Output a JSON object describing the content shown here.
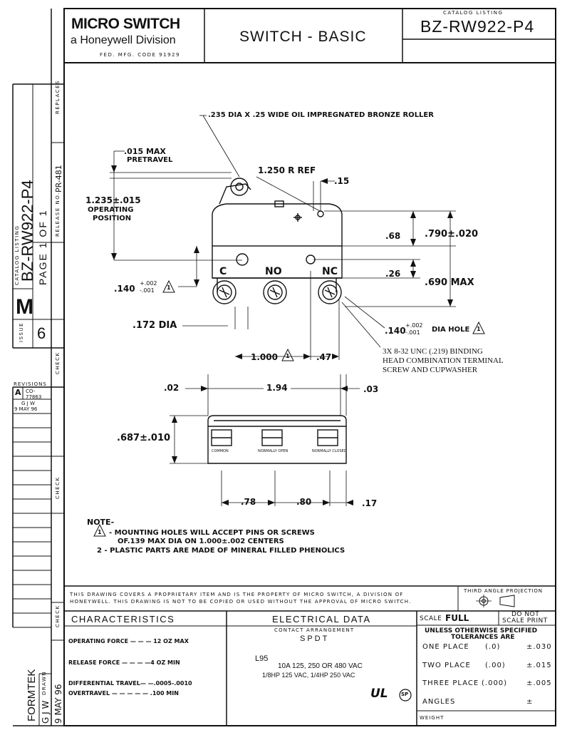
{
  "header": {
    "company": "MICRO SWITCH",
    "division": "a Honeywell Division",
    "fed_code": "FED. MFG. CODE 91929",
    "title": "SWITCH - BASIC",
    "catalog_label": "CATALOG LISTING",
    "catalog_number": "BZ-RW922-P4"
  },
  "left_strip": {
    "replaces": "REPLACES",
    "release_label": "RELEASE NO.",
    "release_no": "PR-481",
    "catalog_label": "CATALOG LISTING",
    "catalog_number": "BZ-RW922-P4",
    "page": "PAGE 1 OF 1",
    "logo": "M",
    "issue_label": "ISSUE",
    "issue": "6",
    "check1": "CHECK",
    "revisions": "REVISIONS",
    "rev_letter": "A",
    "rev_co": "CO-77863",
    "rev_by": "G J W",
    "rev_date": "9 MAY 96",
    "check2": "CHECK",
    "check3": "CHECK",
    "formtek": "FORMTEK",
    "drawn_label": "DRAWN",
    "drawn_by": "G J W",
    "drawn_date": "9 MAY 96"
  },
  "dimensions": {
    "roller": ".235 DIA X .25 WIDE OIL IMPREGNATED BRONZE ROLLER",
    "pretravel_1": ".015 MAX",
    "pretravel_2": "PRETRAVEL",
    "radius": "1.250 R REF",
    "d15": ".15",
    "operating_1": "1.235±.015",
    "operating_2": "OPERATING",
    "operating_3": "POSITION",
    "d68": ".68",
    "d790": ".790±.020",
    "d26": ".26",
    "d690": ".690 MAX",
    "term_c": "C",
    "term_no": "NO",
    "term_nc": "NC",
    "d140_left": ".140",
    "tol_plus": "+.002",
    "tol_minus": "-.001",
    "mark1": "1",
    "d172": ".172 DIA",
    "d140_right": ".140",
    "dia_hole": "DIA HOLE",
    "screw_1": "3X 8-32 UNC (.219) BINDING",
    "screw_2": "HEAD COMBINATION TERMINAL",
    "screw_3": "SCREW AND CUPWASHER",
    "d1000": "1.000",
    "d47": ".47",
    "d02": ".02",
    "d194": "1.94",
    "d03": ".03",
    "d687": ".687±.010",
    "lbl_common": "COMMON",
    "lbl_no": "NORMALLY OPEN",
    "lbl_nc": "NORMALLY CLOSED",
    "d78": ".78",
    "d80": ".80",
    "d17": ".17"
  },
  "notes": {
    "title": "NOTE-",
    "mark": "1",
    "n1a": "- MOUNTING HOLES WILL ACCEPT PINS OR SCREWS",
    "n1b": "OF.139 MAX DIA ON 1.000±.002 CENTERS",
    "n2": "2 - PLASTIC PARTS ARE MADE OF MINERAL FILLED PHENOLICS"
  },
  "proprietary": {
    "line1": "THIS DRAWING COVERS A PROPRIETARY ITEM AND IS THE PROPERTY OF MICRO SWITCH, A DIVISION OF",
    "line2": "HONEYWELL. THIS DRAWING IS NOT TO BE COPIED OR USED WITHOUT THE APPROVAL OF MICRO SWITCH.",
    "projection": "THIRD ANGLE PROJECTION"
  },
  "characteristics": {
    "heading": "CHARACTERISTICS",
    "operating_force": "OPERATING FORCE — — —  12 OZ MAX",
    "release_force": "RELEASE FORCE — — — —4 OZ MIN",
    "differential": "DIFFERENTIAL TRAVEL— —.0005-.0010",
    "overtravel": "OVERTRAVEL — — — — — .100 MIN"
  },
  "electrical": {
    "heading": "ELECTRICAL DATA",
    "contact_label": "CONTACT ARRANGEMENT",
    "contact": "SPDT",
    "code": "L95",
    "rating1": "10A 125, 250 OR 480 VAC",
    "rating2": "1/8HP 125 VAC, 1/4HP 250 VAC",
    "ul": "UL",
    "csa": "SP"
  },
  "tolerances": {
    "scale_label": "SCALE",
    "scale": "FULL",
    "no_scale_1": "DO NOT",
    "no_scale_2": "SCALE PRINT",
    "heading_1": "UNLESS OTHERWISE SPECIFIED",
    "heading_2": "TOLERANCES ARE",
    "one_label": "ONE PLACE",
    "one_fmt": "(.0)",
    "one_val": "±.030",
    "two_label": "TWO PLACE",
    "two_fmt": "(.00)",
    "two_val": "±.015",
    "three_label": "THREE PLACE",
    "three_fmt": "(.000)",
    "three_val": "±.005",
    "angles_label": "ANGLES",
    "angles_val": "±",
    "weight": "WEIGHT"
  }
}
